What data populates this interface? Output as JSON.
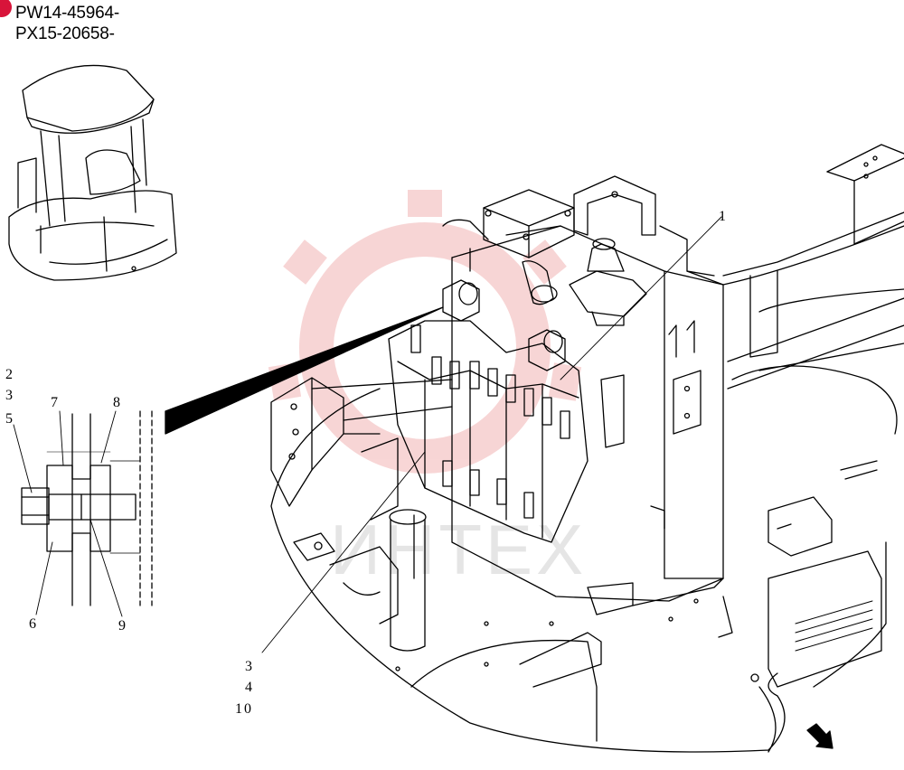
{
  "header": {
    "serial_range_1": "PW14-45964-",
    "serial_range_2": "PX15-20658-"
  },
  "callouts": {
    "main_1": "1",
    "detail_2": "2",
    "detail_3": "3",
    "detail_5": "5",
    "detail_7": "7",
    "detail_8": "8",
    "detail_6": "6",
    "detail_9": "9",
    "group_3": "3",
    "group_4": "4",
    "group_10": "10"
  },
  "watermark": {
    "text": "ИНТЕХ"
  },
  "colors": {
    "ink": "#000000",
    "watermark_gear": "#f2b4b4",
    "watermark_text": "#e5e5e5",
    "badge": "#d8143a"
  }
}
